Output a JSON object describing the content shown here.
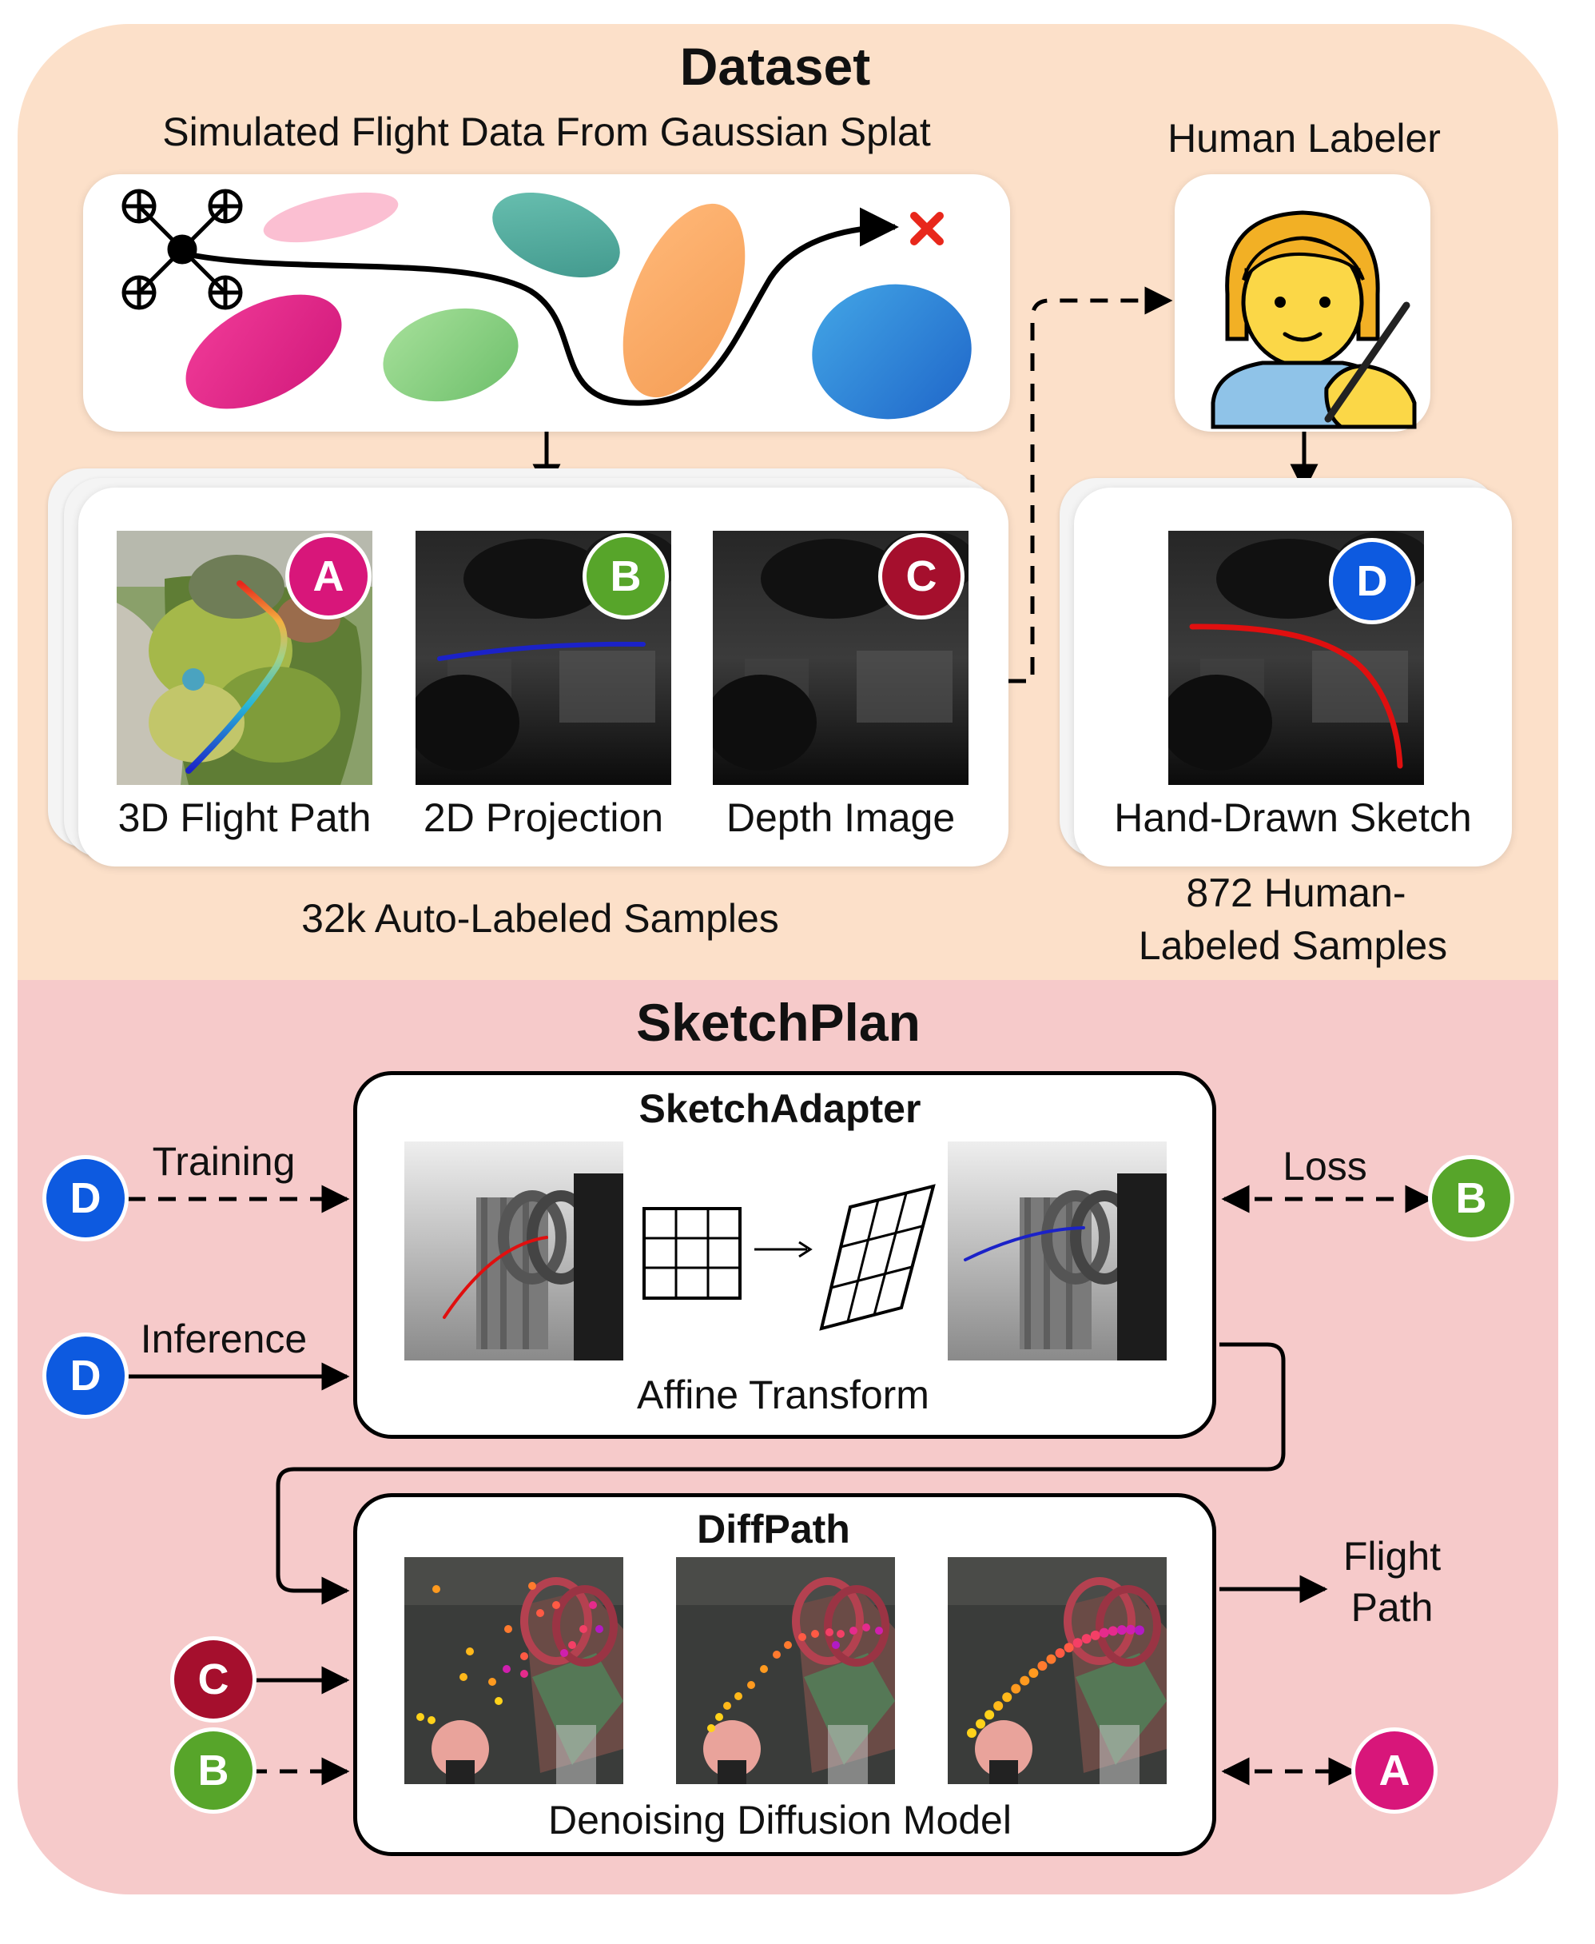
{
  "dataset": {
    "title": "Dataset",
    "sim_label": "Simulated Flight Data From Gaussian Splat",
    "human_labeler_label": "Human Labeler",
    "thumb_labels": {
      "flight_path": "3D Flight Path",
      "projection": "2D Projection",
      "depth": "Depth Image",
      "sketch": "Hand-Drawn Sketch"
    },
    "auto_samples": "32k Auto-Labeled Samples",
    "human_samples": "872 Human-Labeled Samples",
    "human_samples_line1": "872 Human-",
    "human_samples_line2": "Labeled Samples"
  },
  "sketchplan": {
    "title": "SketchPlan",
    "adapter_title": "SketchAdapter",
    "adapter_caption": "Affine Transform",
    "diffpath_title": "DiffPath",
    "diffpath_caption": "Denoising Diffusion Model",
    "training_label": "Training",
    "inference_label": "Inference",
    "loss_label": "Loss",
    "output_label": "Flight Path",
    "output_line1": "Flight",
    "output_line2": "Path"
  },
  "badges": {
    "A": {
      "letter": "A",
      "color": "#d8167a"
    },
    "B": {
      "letter": "B",
      "color": "#57a52a"
    },
    "C": {
      "letter": "C",
      "color": "#a50f2d"
    },
    "D": {
      "letter": "D",
      "color": "#0d5ae0"
    }
  },
  "colors": {
    "dataset_bg": "#fce0c9",
    "sketchplan_bg": "#f6caca",
    "target_marker": "#e8271b",
    "projection_line": "#1b22c8",
    "sketch_line": "#e00f0f"
  },
  "icons": {
    "drone": "drone-icon",
    "target": "x-mark-icon",
    "labeler": "person-drawing-emoji",
    "grid": "grid-icon",
    "warped_grid": "warped-grid-icon"
  }
}
